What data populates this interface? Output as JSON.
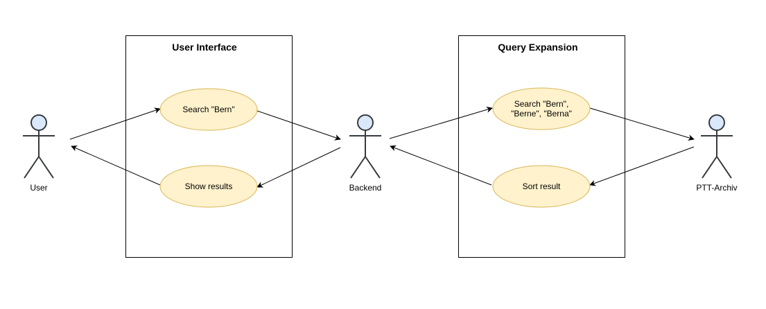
{
  "boundaries": {
    "ui": {
      "title": "User Interface"
    },
    "qe": {
      "title": "Query Expansion"
    }
  },
  "actors": {
    "user": "User",
    "backend": "Backend",
    "archive": "PTT-Archiv"
  },
  "usecases": {
    "search_bern": "Search \"Bern\"",
    "show_results": "Show results",
    "search_variants_line1": "Search \"Bern\",",
    "search_variants_line2": "\"Berne\", \"Berna\"",
    "sort_result": "Sort result"
  },
  "colors": {
    "usecase_fill": "#fff2cc",
    "usecase_stroke": "#d6b656",
    "actor_fill": "#dae8fc",
    "actor_stroke": "#36393d"
  }
}
